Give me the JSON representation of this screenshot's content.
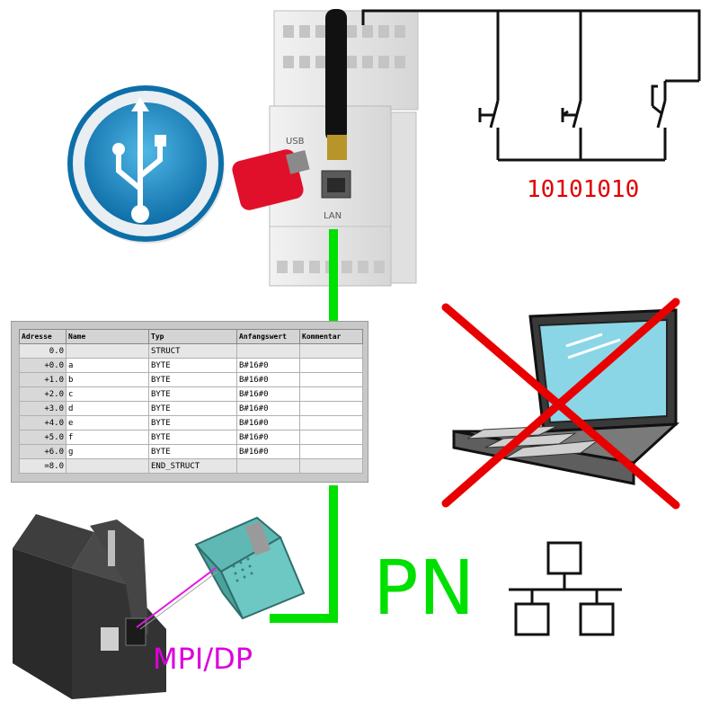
{
  "labels": {
    "binary": "10101010",
    "pn": "PN",
    "mpi_dp": "MPI/DP"
  },
  "device": {
    "usb_port": "USB",
    "lan_port": "LAN"
  },
  "table": {
    "headers": [
      "Adresse",
      "Name",
      "Typ",
      "Anfangswert",
      "Kommentar"
    ],
    "rows": [
      {
        "addr": "0.0",
        "name": "",
        "type": "STRUCT",
        "init": "",
        "comment": ""
      },
      {
        "addr": "+0.0",
        "name": "a",
        "type": "BYTE",
        "init": "B#16#0",
        "comment": ""
      },
      {
        "addr": "+1.0",
        "name": "b",
        "type": "BYTE",
        "init": "B#16#0",
        "comment": ""
      },
      {
        "addr": "+2.0",
        "name": "c",
        "type": "BYTE",
        "init": "B#16#0",
        "comment": ""
      },
      {
        "addr": "+3.0",
        "name": "d",
        "type": "BYTE",
        "init": "B#16#0",
        "comment": ""
      },
      {
        "addr": "+4.0",
        "name": "e",
        "type": "BYTE",
        "init": "B#16#0",
        "comment": ""
      },
      {
        "addr": "+5.0",
        "name": "f",
        "type": "BYTE",
        "init": "B#16#0",
        "comment": ""
      },
      {
        "addr": "+6.0",
        "name": "g",
        "type": "BYTE",
        "init": "B#16#0",
        "comment": ""
      },
      {
        "addr": "=8.0",
        "name": "",
        "type": "END_STRUCT",
        "init": "",
        "comment": ""
      }
    ]
  },
  "colors": {
    "link_green": "#00e000",
    "cross_red": "#e80000",
    "binary_red": "#e00000",
    "mpi_magenta": "#dd00dd",
    "usb_blue": "#1e8fc9",
    "screen_cyan": "#8ad6e6"
  },
  "icons": [
    "usb-icon",
    "network-topology-icon",
    "laptop-icon",
    "cross-icon",
    "switch-icon",
    "gateway-device",
    "plc-device",
    "profibus-connector"
  ]
}
